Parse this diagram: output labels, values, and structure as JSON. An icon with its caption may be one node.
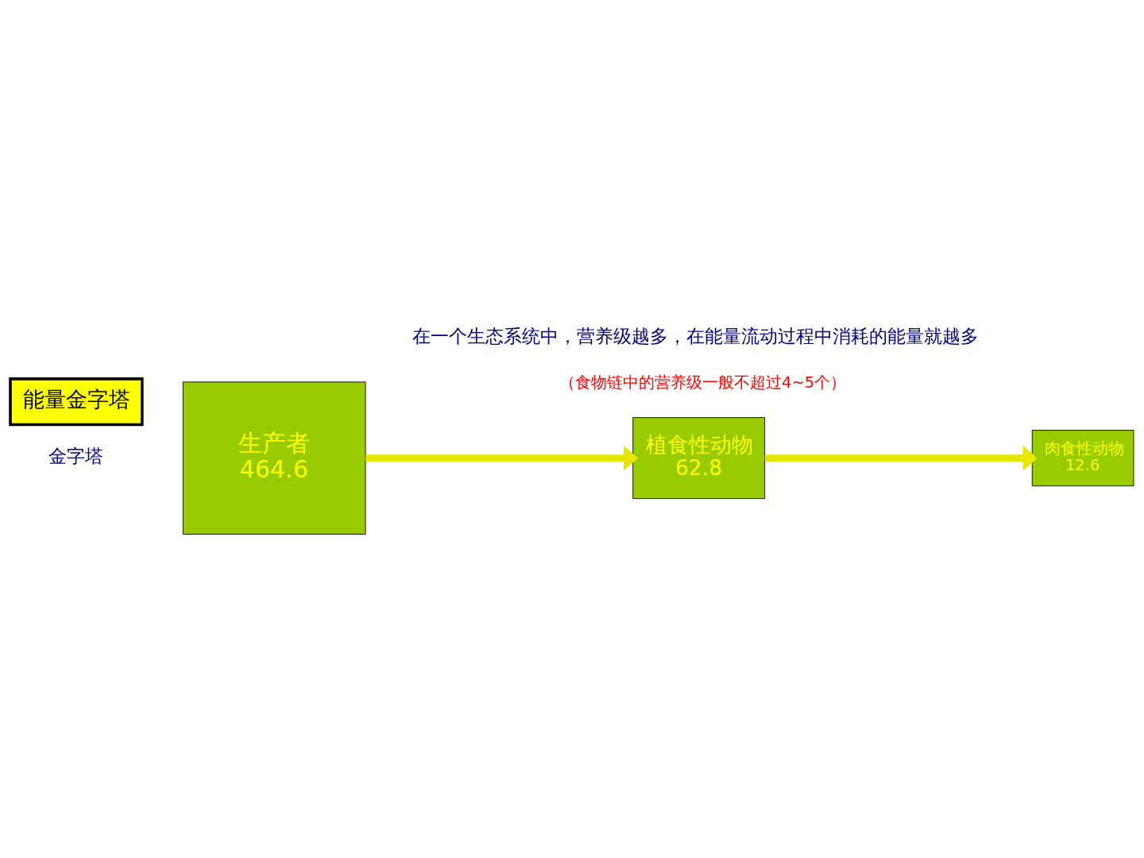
{
  "diagram": {
    "nodes": [
      {
        "text": [
          "能量金字塔"
        ]
      },
      {
        "text": [
          "生产者",
          "464.6"
        ]
      },
      {
        "text": [
          "植食性动物",
          "62.8"
        ]
      },
      {
        "text": [
          "肉食性动物",
          "12.6"
        ]
      }
    ],
    "edges": [
      {
        "from": 1,
        "to": 2,
        "arrow": "to"
      },
      {
        "from": 2,
        "to": 3,
        "arrow": "to"
      }
    ],
    "labels": [
      "金字塔",
      "在一个生态系统中，营养级越多，在能量流动过程中消耗的能量就越多",
      "（食物链中的营养级一般不超过4~5个）"
    ]
  }
}
